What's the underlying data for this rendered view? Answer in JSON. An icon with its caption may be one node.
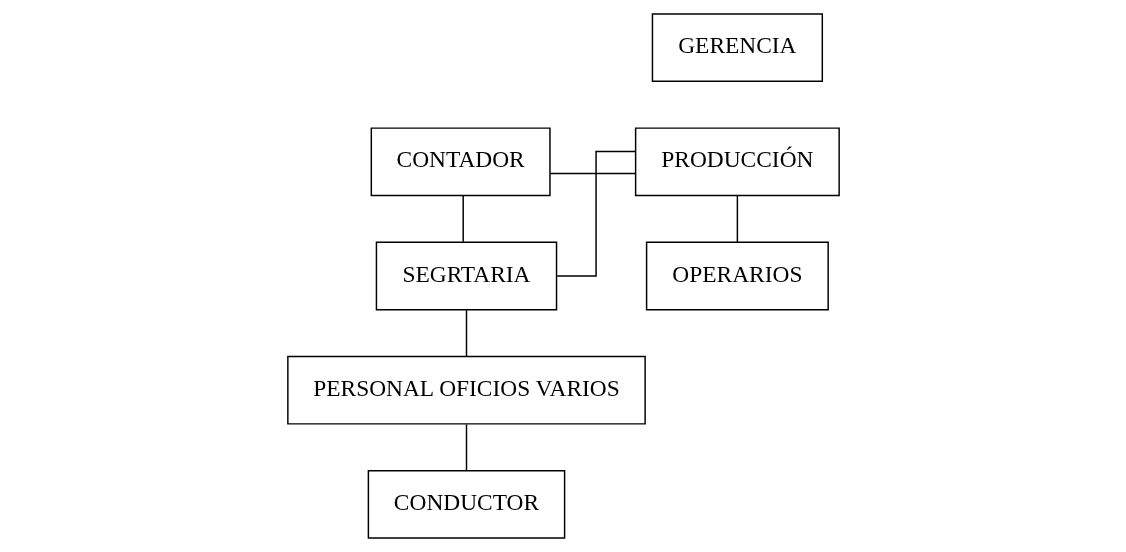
{
  "diagram": {
    "nodes": [
      {
        "text": [
          "GERENCIA"
        ]
      },
      {
        "text": [
          "CONTADOR"
        ]
      },
      {
        "text": [
          "PRODUCCIÓN"
        ]
      },
      {
        "text": [
          "SEGRTARIA"
        ]
      },
      {
        "text": [
          "OPERARIOS"
        ]
      },
      {
        "text": [
          "PERSONAL OFICIOS VARIOS"
        ]
      },
      {
        "text": [
          "CONDUCTOR"
        ]
      }
    ],
    "edges": [
      {
        "from": 1,
        "to": 2,
        "arrow": "none"
      },
      {
        "from": 3,
        "to": 1,
        "arrow": "none"
      },
      {
        "from": 3,
        "to": 2,
        "arrow": "none"
      },
      {
        "from": 2,
        "to": 4,
        "arrow": "none"
      },
      {
        "from": 3,
        "to": 5,
        "arrow": "none"
      },
      {
        "from": 5,
        "to": 6,
        "arrow": "none"
      }
    ]
  }
}
